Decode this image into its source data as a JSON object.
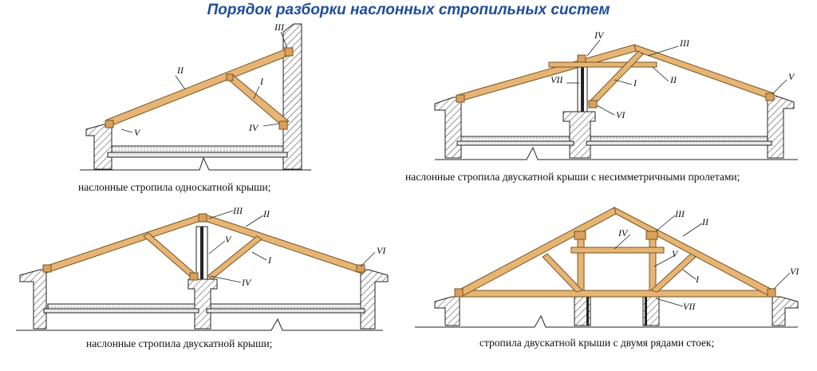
{
  "title": "Порядок разборки наслонных стропильных систем",
  "diagrams": [
    {
      "caption": "наслонные стропила односкатной крыши;",
      "labels": [
        "II",
        "III",
        "I",
        "IV",
        "V"
      ]
    },
    {
      "caption": "наслонные стропила двускатной крыши с несимметричными пролетами;",
      "labels": [
        "IV",
        "III",
        "VII",
        "I",
        "II",
        "V",
        "VI"
      ]
    },
    {
      "caption": "наслонные стропила двускатной крыши;",
      "labels": [
        "III",
        "II",
        "V",
        "I",
        "IV",
        "VI"
      ]
    },
    {
      "caption": "стропила двускатной крыши с двумя рядами стоек;",
      "labels": [
        "III",
        "II",
        "IV",
        "V",
        "I",
        "VI",
        "VII"
      ]
    }
  ]
}
